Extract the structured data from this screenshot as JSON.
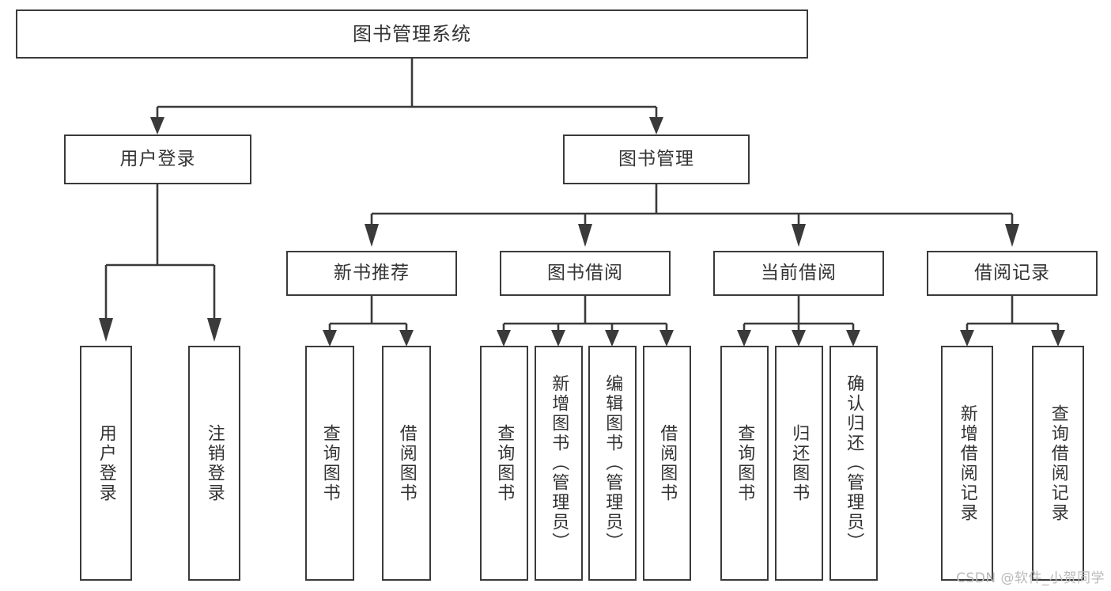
{
  "diagram": {
    "title": "图书管理系统",
    "watermark": "CSDN @软件_小贺同学",
    "colors": {
      "background": "#ffffff",
      "box_border": "#3a3a3a",
      "text": "#333333",
      "edge": "#3a3a3a",
      "watermark": "#b9b9b9"
    },
    "root": {
      "label": "图书管理系统"
    },
    "level1": [
      {
        "label": "用户登录"
      },
      {
        "label": "图书管理"
      }
    ],
    "level2": [
      {
        "label": "新书推荐"
      },
      {
        "label": "图书借阅"
      },
      {
        "label": "当前借阅"
      },
      {
        "label": "借阅记录"
      }
    ],
    "leaves": {
      "user_login": [
        {
          "label": "用户登录"
        },
        {
          "label": "注销登录"
        }
      ],
      "new_book_recommend": [
        {
          "label": "查询图书"
        },
        {
          "label": "借阅图书"
        }
      ],
      "book_borrow": [
        {
          "label": "查询图书"
        },
        {
          "label": "新增图书（管理员）"
        },
        {
          "label": "编辑图书（管理员）"
        },
        {
          "label": "借阅图书"
        }
      ],
      "current_borrow": [
        {
          "label": "查询图书"
        },
        {
          "label": "归还图书"
        },
        {
          "label": "确认归还（管理员）"
        }
      ],
      "borrow_record": [
        {
          "label": "新增借阅记录"
        },
        {
          "label": "查询借阅记录"
        }
      ]
    }
  }
}
